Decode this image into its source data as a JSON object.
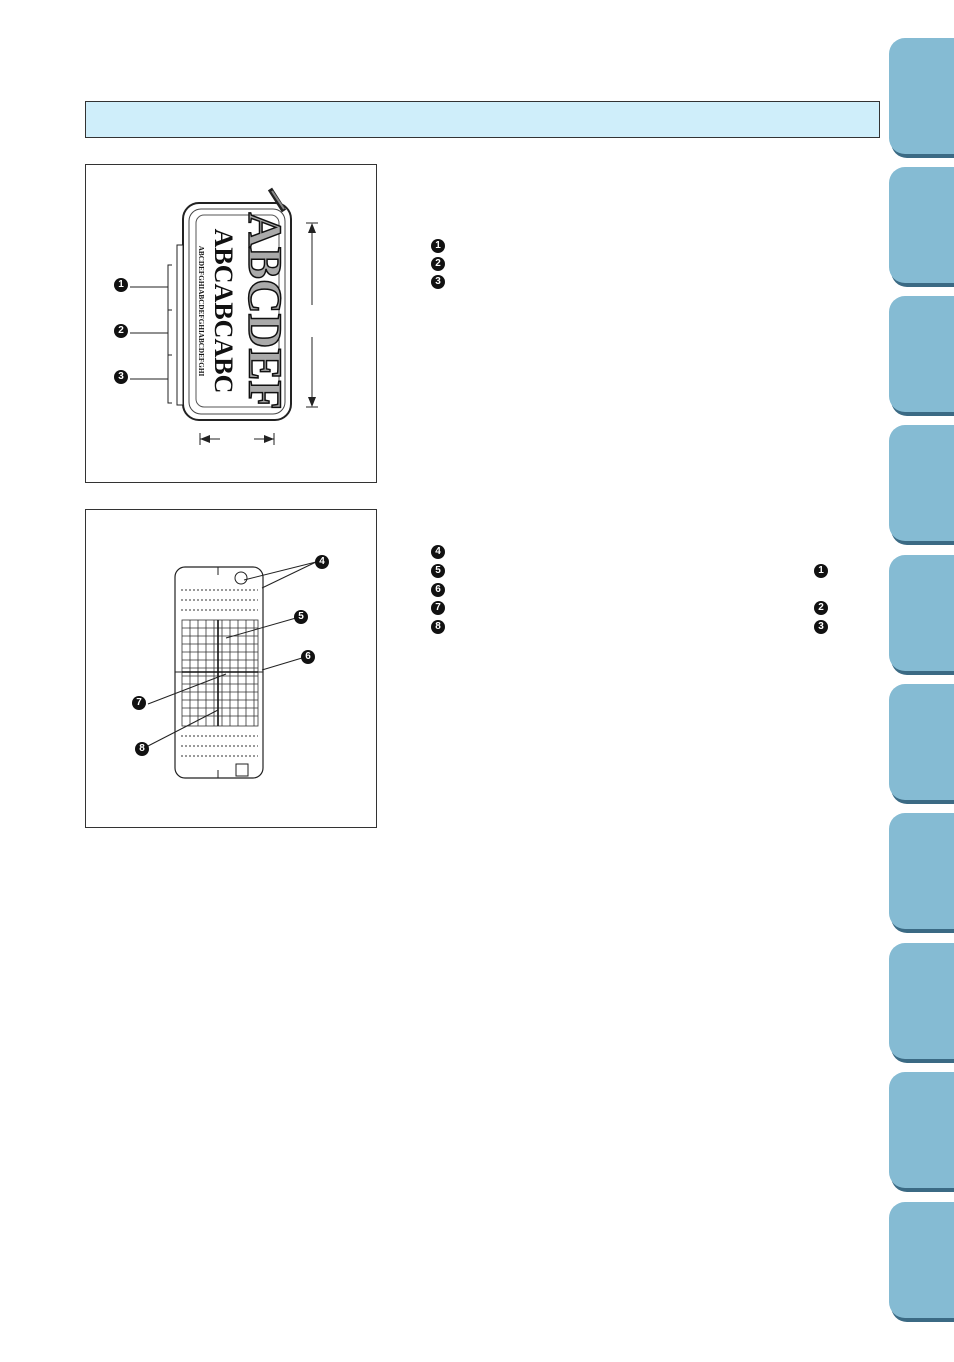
{
  "header": {
    "title": ""
  },
  "figure1": {
    "callouts": [
      "1",
      "2",
      "3"
    ],
    "embroidery": {
      "line1": "ABCDEF",
      "line2": "ABCABCABC",
      "line3": "ABCDEFGHIABCDEFGHIABCDEFGHI"
    }
  },
  "legend1": [
    "1",
    "2",
    "3"
  ],
  "figure2": {
    "callouts": [
      "4",
      "5",
      "6",
      "7",
      "8"
    ]
  },
  "legend2": {
    "left": [
      "4",
      "5",
      "6",
      "7",
      "8"
    ],
    "right": [
      "1",
      "2",
      "3"
    ]
  },
  "side_tabs": [
    "",
    "",
    "",
    "",
    "",
    "",
    "",
    "",
    "",
    ""
  ],
  "colors": {
    "header_bg": "#cfeefa",
    "tab_bg": "#85bbd3",
    "tab_shadow": "#3b6a84"
  }
}
